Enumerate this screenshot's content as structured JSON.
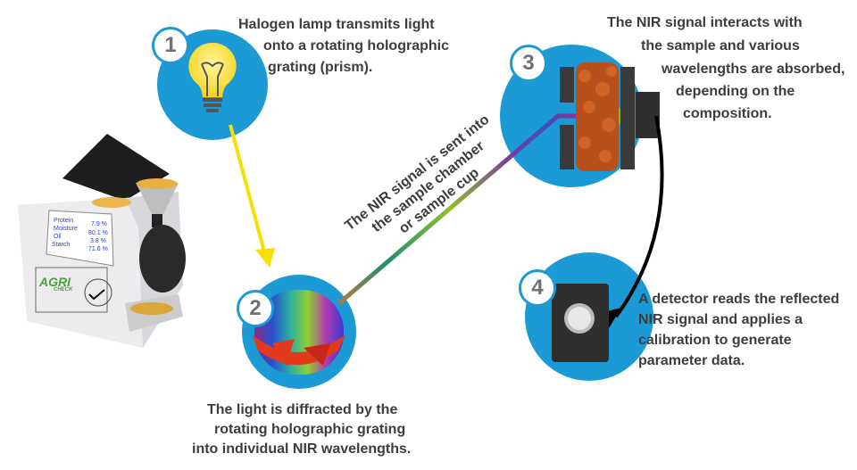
{
  "steps": [
    {
      "number": "1",
      "lines": [
        "Halogen lamp transmits light",
        "onto a rotating holographic",
        "grating (prism)."
      ]
    },
    {
      "number": "2",
      "lines": [
        "The light is diffracted by the",
        "rotating holographic grating",
        "into individual NIR wavelengths."
      ]
    },
    {
      "number": "3",
      "lines": [
        "The NIR signal interacts with",
        "the sample and various",
        "wavelengths are absorbed,",
        "depending on the",
        "composition."
      ]
    },
    {
      "number": "4",
      "lines": [
        "A detector reads the reflected",
        "NIR signal and applies a",
        "calibration to generate",
        "parameter data."
      ]
    }
  ],
  "beam_label": [
    "The NIR signal is sent into",
    "the sample chamber",
    "or sample cup"
  ],
  "device": {
    "brand": "AGRI",
    "sub_brand": "CHECK",
    "screen": [
      {
        "name": "Protein",
        "value": "7.9 %"
      },
      {
        "name": "Moisture",
        "value": "80.1 %"
      },
      {
        "name": "Oil",
        "value": "3.8 %"
      },
      {
        "name": "Starch",
        "value": "71.6 %"
      }
    ]
  },
  "colors": {
    "circle": "#1b9ad6",
    "text": "#3d3d3d",
    "light_beam": "#f5e000"
  }
}
